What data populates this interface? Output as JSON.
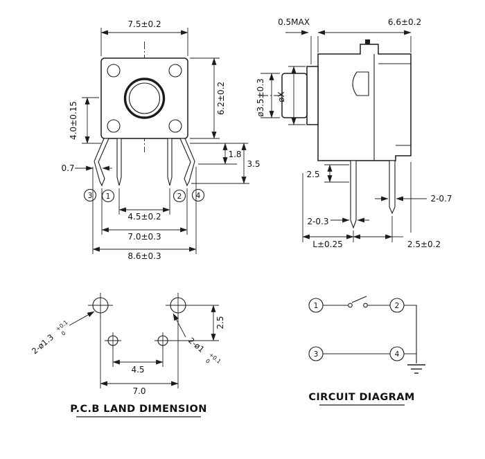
{
  "meta": {
    "background": "#ffffff",
    "line_color": "#1c1c1c"
  },
  "front_view": {
    "dims": {
      "top_width": "7.5±0.2",
      "body_height": "6.2±0.2",
      "left_height": "4.0±0.15",
      "lead_width": "0.7",
      "lead_step": "1.8",
      "lead_length": "3.5",
      "inner_span": "4.5±0.2",
      "outer_span": "7.0±0.3",
      "overall_span": "8.6±0.3"
    },
    "pins": {
      "p1": "1",
      "p2": "2",
      "p3": "3",
      "p4": "4"
    }
  },
  "side_view": {
    "dims": {
      "stem_max": "0.5MAX",
      "body_width": "6.6±0.2",
      "button_dia": "ø3.5±0.3",
      "shaft_dia": "øX",
      "seat_height": "2.5",
      "lead_thickness": "2-0.3",
      "lead_width": "2-0.7",
      "lead_length": "L±0.25",
      "lead_pitch": "2.5±0.2"
    }
  },
  "pcb_land": {
    "title": "P.C.B LAND DIMENSION",
    "dims": {
      "hole_large": "2-ø1.3",
      "hole_large_tol_plus": "+0.1",
      "hole_large_tol_zero": "0",
      "hole_small": "2-ø1",
      "hole_small_tol_plus": "+0.1",
      "hole_small_tol_zero": "0",
      "row_gap": "2.5",
      "inner_pitch": "4.5",
      "outer_pitch": "7.0"
    }
  },
  "circuit": {
    "title": "CIRCUIT DIAGRAM",
    "pins": {
      "p1": "1",
      "p2": "2",
      "p3": "3",
      "p4": "4"
    }
  }
}
